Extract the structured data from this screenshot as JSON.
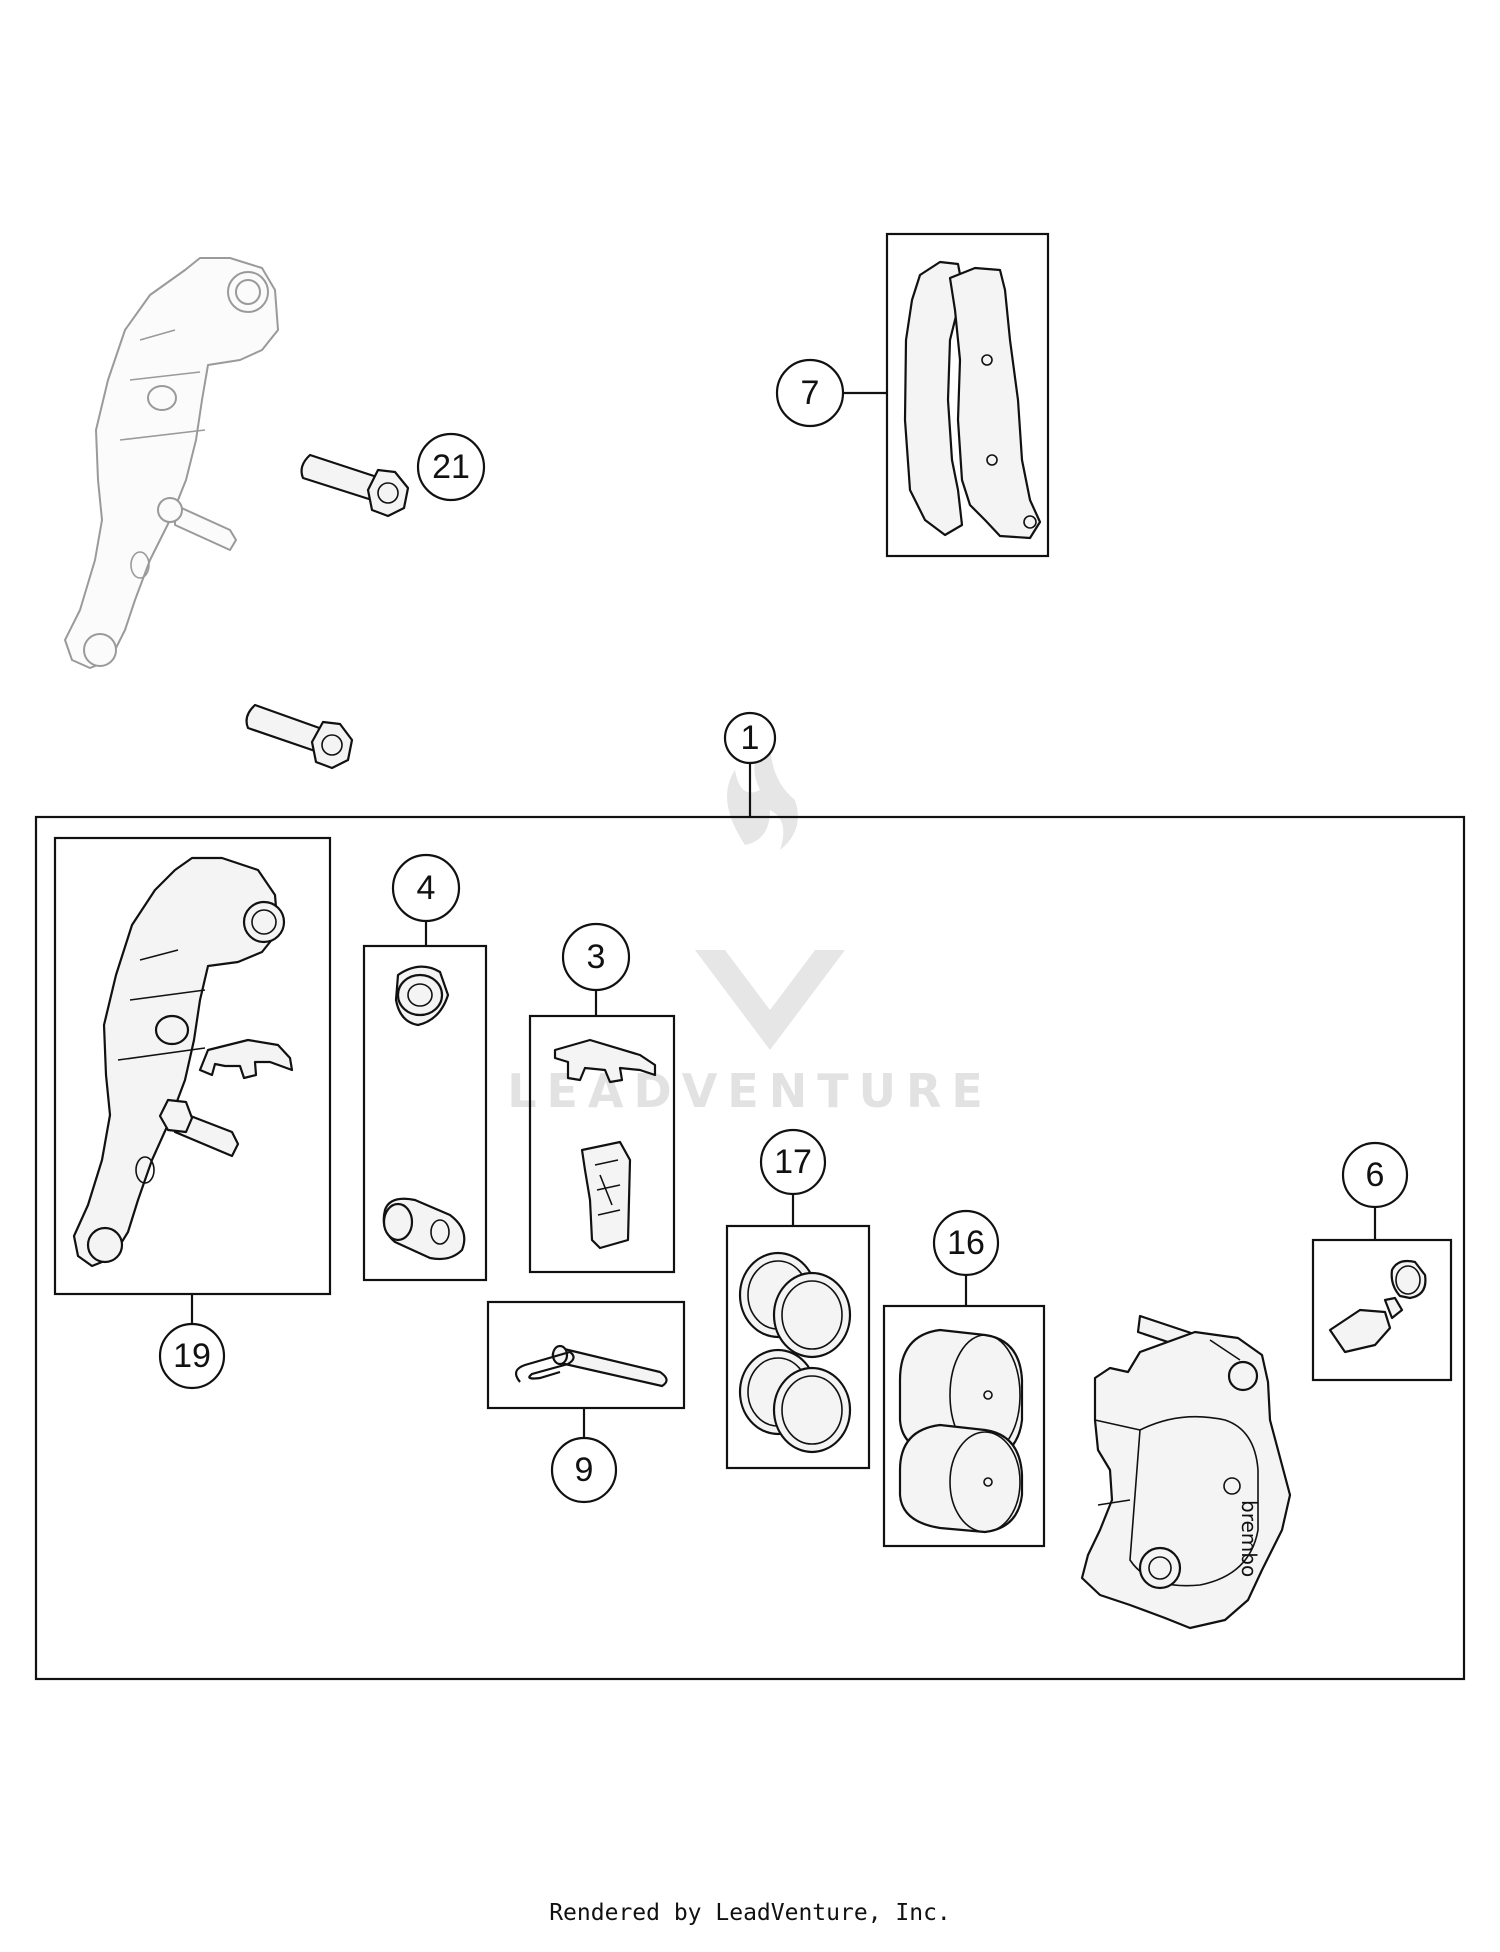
{
  "callouts": [
    {
      "id": "c1",
      "label": "1"
    },
    {
      "id": "c3",
      "label": "3"
    },
    {
      "id": "c4",
      "label": "4"
    },
    {
      "id": "c6",
      "label": "6"
    },
    {
      "id": "c7",
      "label": "7"
    },
    {
      "id": "c9",
      "label": "9"
    },
    {
      "id": "c16",
      "label": "16"
    },
    {
      "id": "c17",
      "label": "17"
    },
    {
      "id": "c19",
      "label": "19"
    },
    {
      "id": "c21",
      "label": "21"
    }
  ],
  "watermark": {
    "text": "LEADVENTURE"
  },
  "caliper_brand": "brembo",
  "footer": {
    "text": "Rendered by LeadVenture, Inc."
  }
}
